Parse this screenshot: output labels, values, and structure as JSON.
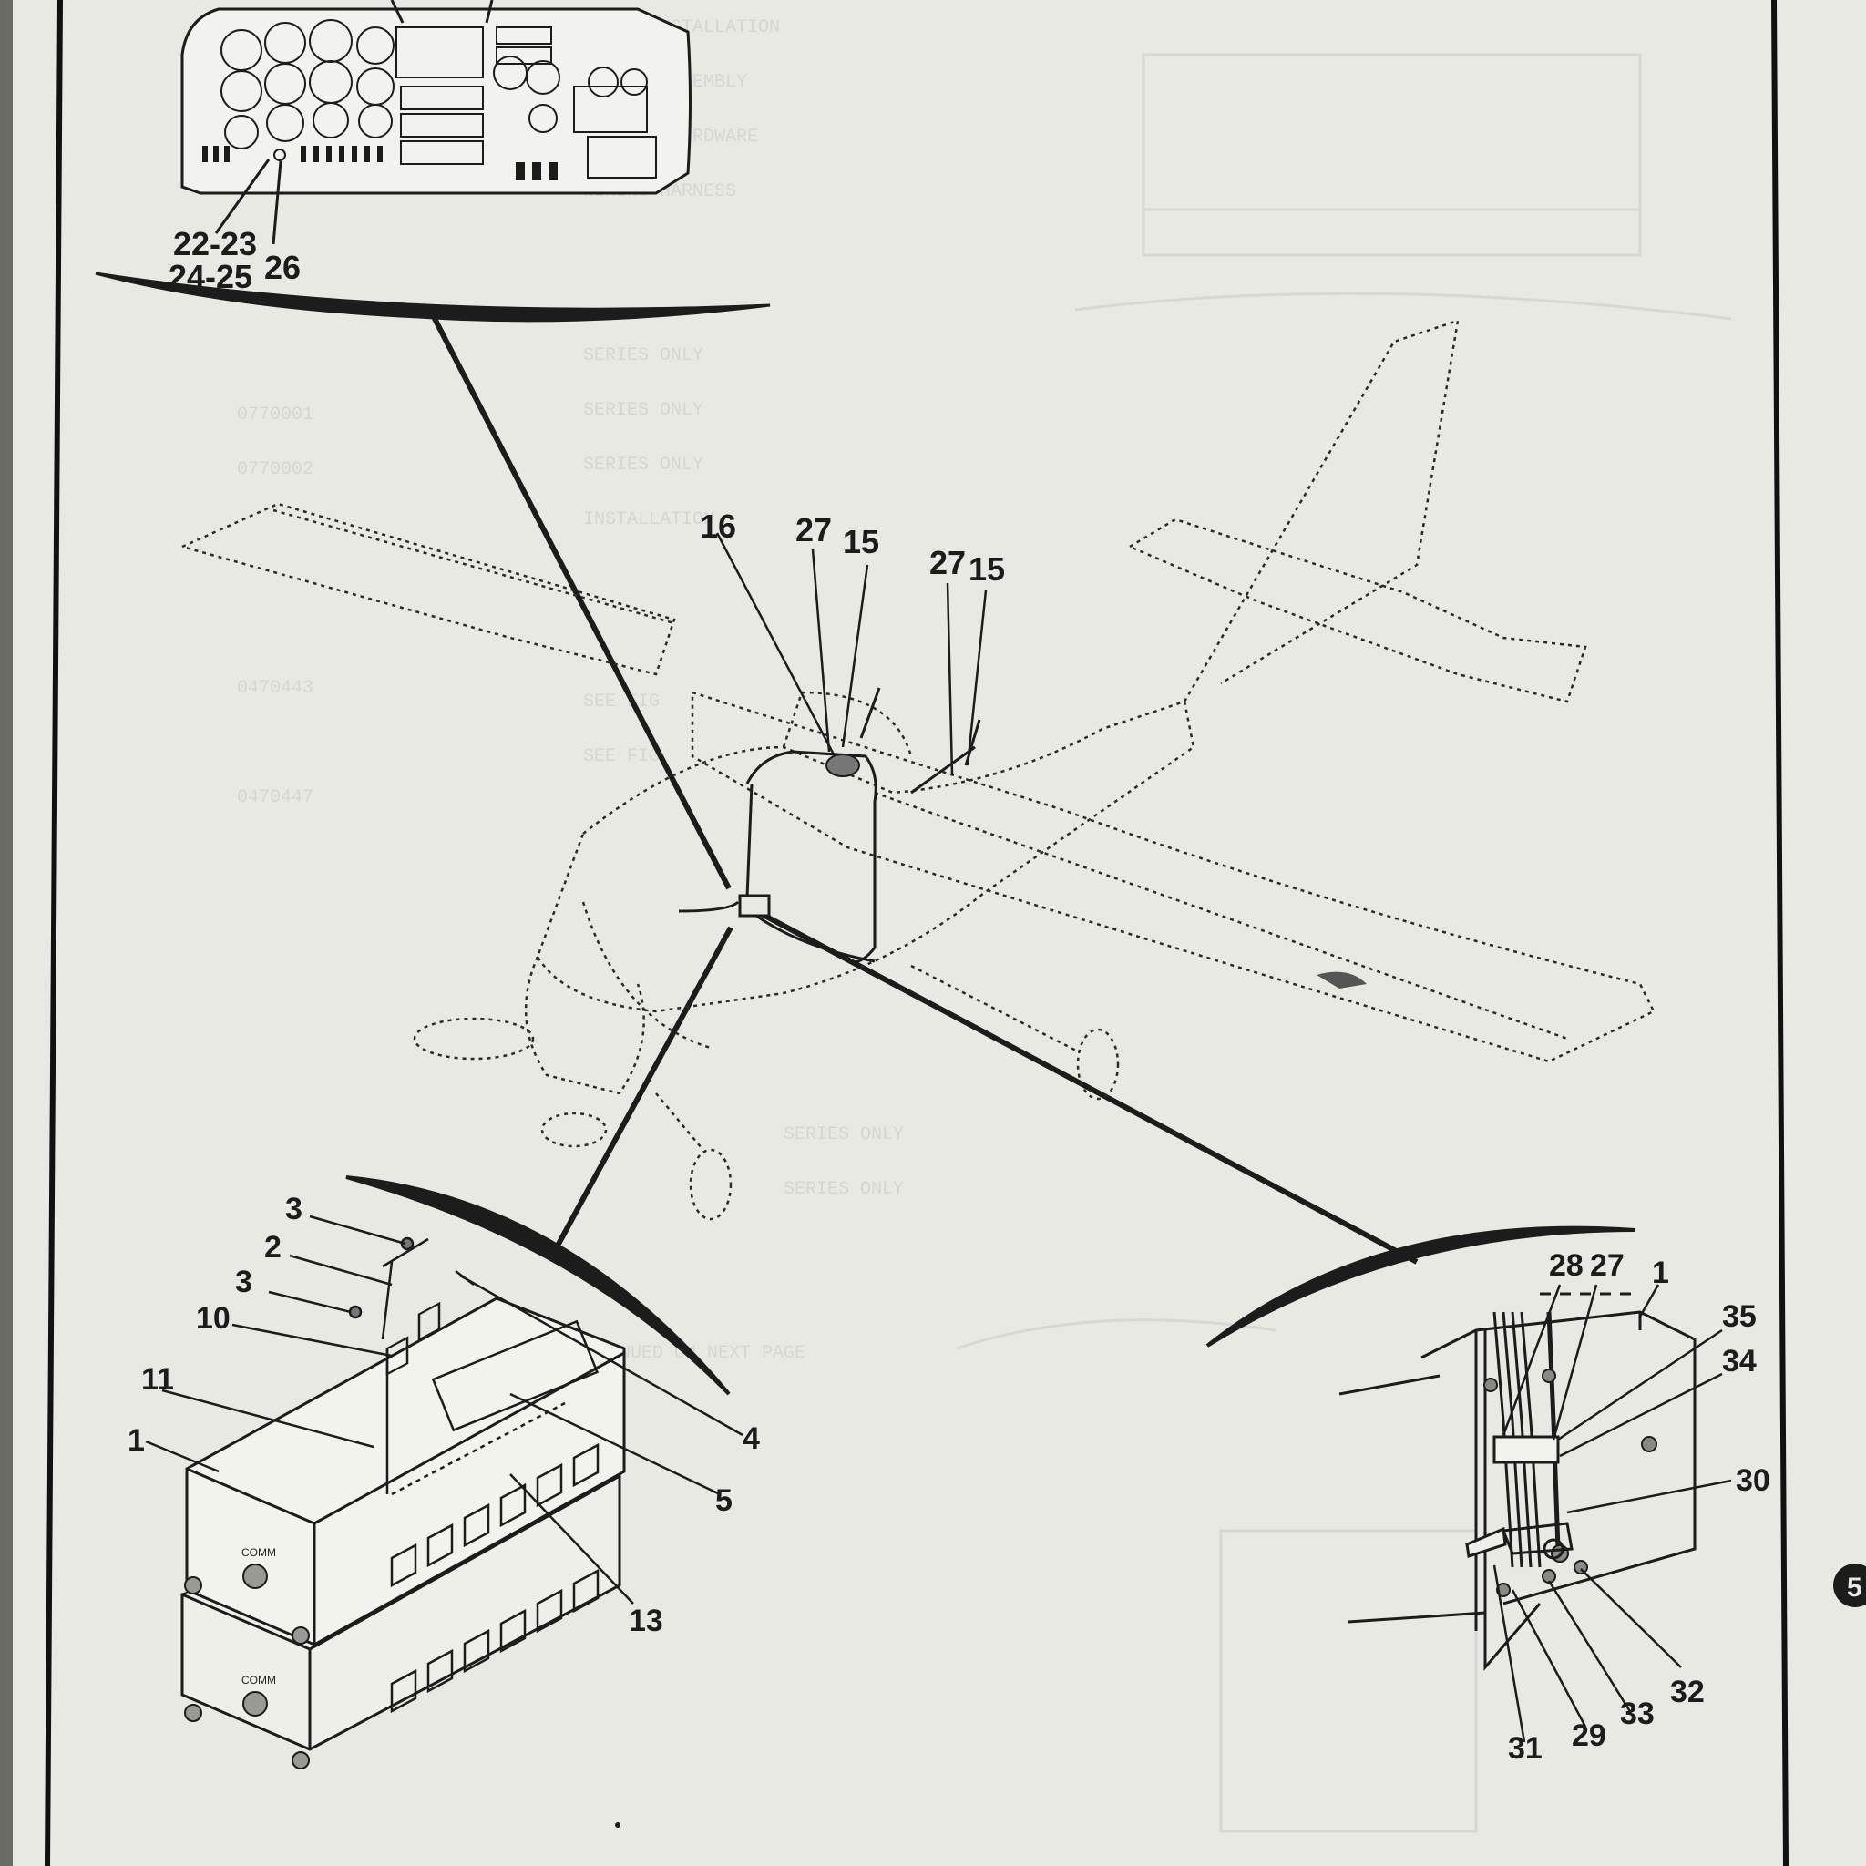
{
  "page": {
    "background": "#e9e9e4",
    "ink": "#1c1c1c",
    "frame": "#111111"
  },
  "panel_callouts": {
    "c1": "22-23",
    "c2": "24-25",
    "c3": "26"
  },
  "aircraft_callouts": {
    "a1": "16",
    "a2": "27",
    "a3": "15",
    "a4": "27",
    "a5": "15"
  },
  "radio_callouts": {
    "r1": "3",
    "r2": "2",
    "r3": "3",
    "r4": "10",
    "r5": "11",
    "r6": "1",
    "r7": "4",
    "r8": "5",
    "r9": "13"
  },
  "radio_faceplate": {
    "brand": "COMM"
  },
  "bracket_callouts": {
    "b1": "28",
    "b2": "27",
    "b3": "1",
    "b4": "35",
    "b5": "34",
    "b6": "30",
    "b7": "32",
    "b8": "33",
    "b9": "29",
    "b10": "31"
  },
  "page_marker": "5"
}
